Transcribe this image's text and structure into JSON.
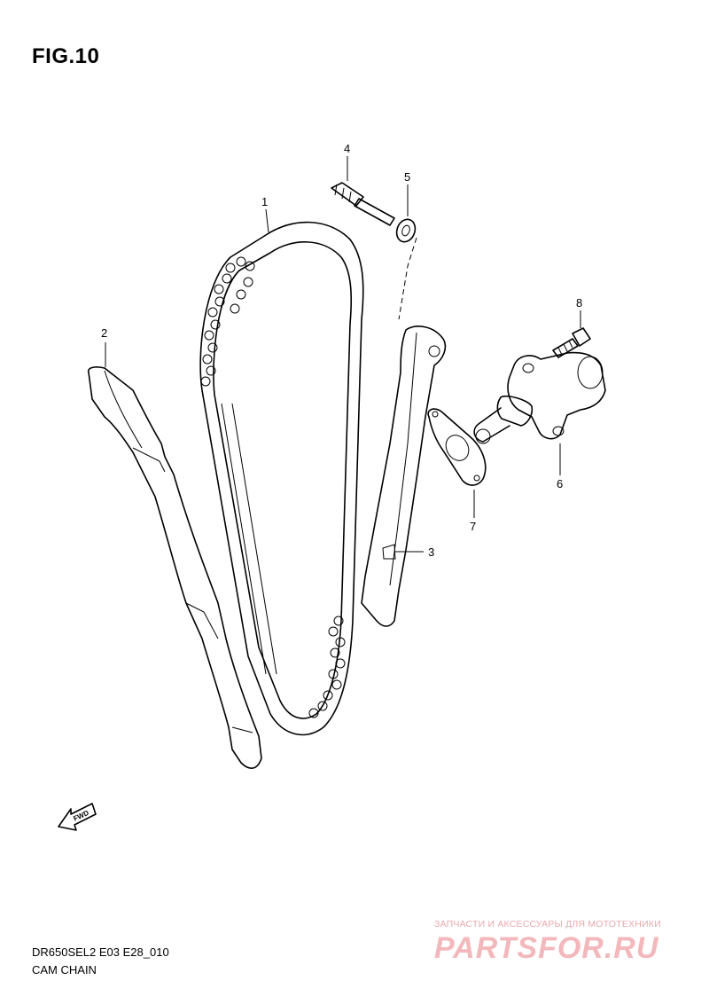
{
  "figure": {
    "title": "FIG.10"
  },
  "callouts": [
    {
      "id": "1",
      "label": "1"
    },
    {
      "id": "2",
      "label": "2"
    },
    {
      "id": "3",
      "label": "3"
    },
    {
      "id": "4",
      "label": "4"
    },
    {
      "id": "5",
      "label": "5"
    },
    {
      "id": "6",
      "label": "6"
    },
    {
      "id": "7",
      "label": "7"
    },
    {
      "id": "8",
      "label": "8"
    }
  ],
  "fwd_badge": {
    "label": "FWD",
    "icon": "fwd-arrow-icon"
  },
  "footer": {
    "code": "DR650SEL2 E03 E28_010",
    "name": "CAM CHAIN"
  },
  "watermark": {
    "subtitle": "ЗАПЧАСТИ И АКСЕССУАРЫ ДЛЯ МОТОТЕХНИКИ",
    "brand": "PARTSFOR.RU",
    "color": "#f3b8bc"
  }
}
